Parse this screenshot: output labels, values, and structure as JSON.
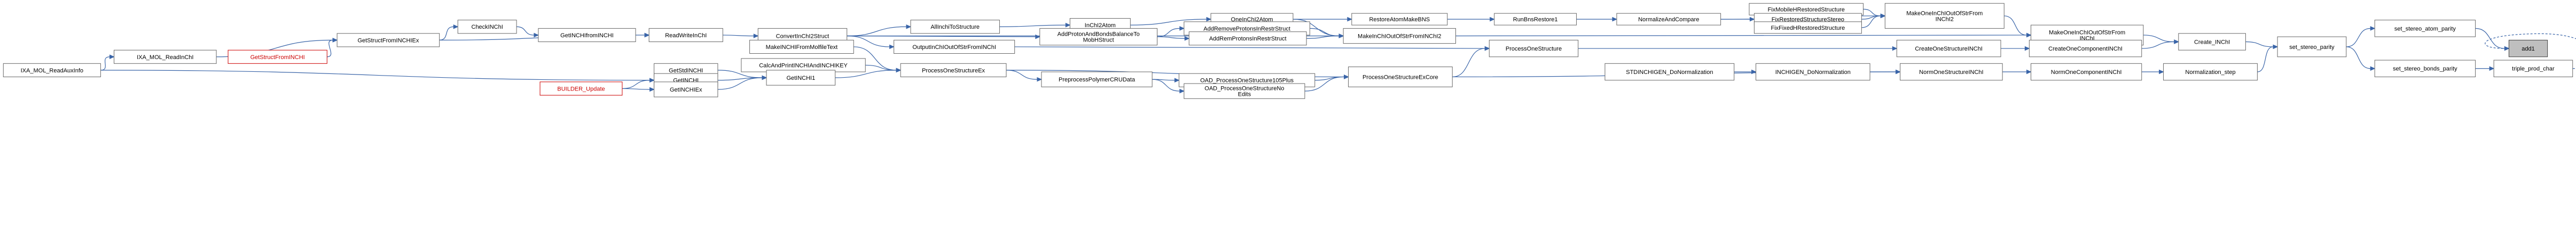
{
  "graph": {
    "nodes": [
      {
        "id": "add1",
        "label": "add1",
        "kind": "root"
      },
      {
        "id": "set_stereo_atom_parity",
        "label": "set_stereo_atom_parity"
      },
      {
        "id": "set_stereo_bonds_parity",
        "label": "set_stereo_bonds_parity"
      },
      {
        "id": "triple_prod_char",
        "label": "triple_prod_char"
      },
      {
        "id": "set_stereo_parity",
        "label": "set_stereo_parity"
      },
      {
        "id": "Create_INChI",
        "label": "Create_INChI"
      },
      {
        "id": "Normalization_step",
        "label": "Normalization_step"
      },
      {
        "id": "MakeOneInChIOutOfStrFromINChI",
        "label": "MakeOneInChIOutOfStrFrom\nINChI"
      },
      {
        "id": "CreateOneComponentINChI",
        "label": "CreateOneComponentINChI"
      },
      {
        "id": "NormOneComponentINChI",
        "label": "NormOneComponentINChI"
      },
      {
        "id": "MakeOneInChIOutOfStrFromINChI2_r",
        "label": "MakeOneInChIOutOfStrFrom\nINChI2"
      },
      {
        "id": "CreateOneStructureINChI",
        "label": "CreateOneStructureINChI"
      },
      {
        "id": "NormOneStructureINChI",
        "label": "NormOneStructureINChI"
      },
      {
        "id": "FixMobileHRestoredStructure",
        "label": "FixMobileHRestoredStructure"
      },
      {
        "id": "FixRestoredStructureStereo",
        "label": "FixRestoredStructureStereo"
      },
      {
        "id": "FixFixedHRestoredStructure",
        "label": "FixFixedHRestoredStructure"
      },
      {
        "id": "NormalizeAndCompare",
        "label": "NormalizeAndCompare"
      },
      {
        "id": "INCHIGEN_DoNormalization",
        "label": "INCHIGEN_DoNormalization"
      },
      {
        "id": "STDINCHIGEN_DoNormalization",
        "label": "STDINCHIGEN_DoNormalization"
      },
      {
        "id": "RunBnsRestore1",
        "label": "RunBnsRestore1"
      },
      {
        "id": "RestoreAtomMakeBNS",
        "label": "RestoreAtomMakeBNS"
      },
      {
        "id": "ProcessOneStructure",
        "label": "ProcessOneStructure"
      },
      {
        "id": "ProcessOneStructureExCore",
        "label": "ProcessOneStructureExCore"
      },
      {
        "id": "MakeInChIOutOfStrFromINChI2",
        "label": "MakeInChIOutOfStrFromINChI2"
      },
      {
        "id": "OneInChI2Atom",
        "label": "OneInChI2Atom"
      },
      {
        "id": "AddRemoveProtonsRestr",
        "label": "AddRemoveProtonsInRestrStruct"
      },
      {
        "id": "AddRemProtonsInRestrStruct",
        "label": "AddRemProtonsInRestrStruct"
      },
      {
        "id": "OAD_ProcessOneStructure105Plus",
        "label": "OAD_ProcessOneStructure105Plus"
      },
      {
        "id": "OAD_ProcessOneStructureNoEdits",
        "label": "OAD_ProcessOneStructureNo\nEdits"
      },
      {
        "id": "InChI2Atom",
        "label": "InChI2Atom"
      },
      {
        "id": "AddProtonAndBondsBalance",
        "label": "AddProtonAndBondsBalanceTo\nMobHStruct"
      },
      {
        "id": "PreprocessPolymerCRUData",
        "label": "PreprocessPolymerCRUData"
      },
      {
        "id": "AllInchiToStructure",
        "label": "AllInchiToStructure"
      },
      {
        "id": "OutputInChIOutOfStrFromINChI",
        "label": "OutputInChIOutOfStrFromINChI"
      },
      {
        "id": "ProcessOneStructureEx",
        "label": "ProcessOneStructureEx"
      },
      {
        "id": "ConvertInChI2Struct",
        "label": "ConvertInChI2Struct"
      },
      {
        "id": "MakeINCHIFromMolfileText",
        "label": "MakeINCHIFromMolfileText"
      },
      {
        "id": "CalcAndPrintINCHIAndINCHIKEY",
        "label": "CalcAndPrintINCHIAndINCHIKEY"
      },
      {
        "id": "GetINCHI1",
        "label": "GetINCHI1"
      },
      {
        "id": "ReadWriteInChI",
        "label": "ReadWriteInChI"
      },
      {
        "id": "GetStdINCHI",
        "label": "GetStdINCHI"
      },
      {
        "id": "GetINCHI",
        "label": "GetINCHI"
      },
      {
        "id": "GetINCHIEx",
        "label": "GetINCHIEx"
      },
      {
        "id": "CheckINChI",
        "label": "CheckINChI"
      },
      {
        "id": "GetINCHIfromINCHI",
        "label": "GetINCHIfromINCHI"
      },
      {
        "id": "BUILDER_Update",
        "label": "BUILDER_Update",
        "kind": "red"
      },
      {
        "id": "GetStructFromINCHIEx",
        "label": "GetStructFromINCHIEx"
      },
      {
        "id": "IXA_MOL_ReadInChI",
        "label": "IXA_MOL_ReadInChI"
      },
      {
        "id": "GetStructFromINCHI",
        "label": "GetStructFromINCHI",
        "kind": "red"
      },
      {
        "id": "IXA_MOL_ReadAuxInfo",
        "label": "IXA_MOL_ReadAuxInfo"
      }
    ],
    "edges": [
      [
        "set_stereo_atom_parity",
        "add1"
      ],
      [
        "triple_prod_char",
        "add1"
      ],
      [
        "set_stereo_bonds_parity",
        "triple_prod_char"
      ],
      [
        "set_stereo_parity",
        "set_stereo_atom_parity"
      ],
      [
        "set_stereo_parity",
        "set_stereo_bonds_parity"
      ],
      [
        "Create_INChI",
        "set_stereo_parity"
      ],
      [
        "Normalization_step",
        "set_stereo_parity"
      ],
      [
        "MakeOneInChIOutOfStrFromINChI",
        "Create_INChI"
      ],
      [
        "CreateOneComponentINChI",
        "Create_INChI"
      ],
      [
        "NormOneComponentINChI",
        "Normalization_step"
      ],
      [
        "MakeOneInChIOutOfStrFromINChI2_r",
        "MakeOneInChIOutOfStrFromINChI"
      ],
      [
        "CreateOneStructureINChI",
        "CreateOneComponentINChI"
      ],
      [
        "NormOneStructureINChI",
        "NormOneComponentINChI"
      ],
      [
        "FixMobileHRestoredStructure",
        "MakeOneInChIOutOfStrFromINChI2_r"
      ],
      [
        "FixRestoredStructureStereo",
        "MakeOneInChIOutOfStrFromINChI2_r"
      ],
      [
        "FixFixedHRestoredStructure",
        "MakeOneInChIOutOfStrFromINChI2_r"
      ],
      [
        "NormalizeAndCompare",
        "MakeOneInChIOutOfStrFromINChI2_r"
      ],
      [
        "NormalizeAndCompare",
        "FixRestoredStructureStereo"
      ],
      [
        "INCHIGEN_DoNormalization",
        "NormOneStructureINChI"
      ],
      [
        "STDINCHIGEN_DoNormalization",
        "INCHIGEN_DoNormalization"
      ],
      [
        "RunBnsRestore1",
        "NormalizeAndCompare"
      ],
      [
        "RestoreAtomMakeBNS",
        "RunBnsRestore1"
      ],
      [
        "ProcessOneStructure",
        "CreateOneStructureINChI"
      ],
      [
        "ProcessOneStructureExCore",
        "ProcessOneStructure"
      ],
      [
        "ProcessOneStructureExCore",
        "NormOneStructureINChI"
      ],
      [
        "MakeInChIOutOfStrFromINChI2",
        "MakeOneInChIOutOfStrFromINChI"
      ],
      [
        "OneInChI2Atom",
        "RestoreAtomMakeBNS"
      ],
      [
        "OneInChI2Atom",
        "MakeInChIOutOfStrFromINChI2"
      ],
      [
        "AddRemoveProtonsRestr",
        "MakeInChIOutOfStrFromINChI2"
      ],
      [
        "AddRemProtonsInRestrStruct",
        "MakeInChIOutOfStrFromINChI2"
      ],
      [
        "OAD_ProcessOneStructure105Plus",
        "ProcessOneStructureExCore"
      ],
      [
        "OAD_ProcessOneStructureNoEdits",
        "ProcessOneStructureExCore"
      ],
      [
        "InChI2Atom",
        "OneInChI2Atom"
      ],
      [
        "AddProtonAndBondsBalance",
        "AddRemoveProtonsRestr"
      ],
      [
        "AddProtonAndBondsBalance",
        "AddRemProtonsInRestrStruct"
      ],
      [
        "PreprocessPolymerCRUData",
        "OAD_ProcessOneStructure105Plus"
      ],
      [
        "PreprocessPolymerCRUData",
        "OAD_ProcessOneStructureNoEdits"
      ],
      [
        "AllInchiToStructure",
        "InChI2Atom"
      ],
      [
        "OutputInChIOutOfStrFromINChI",
        "ProcessOneStructure"
      ],
      [
        "ProcessOneStructureEx",
        "PreprocessPolymerCRUData"
      ],
      [
        "ProcessOneStructureEx",
        "ProcessOneStructureExCore"
      ],
      [
        "ConvertInChI2Struct",
        "AllInchiToStructure"
      ],
      [
        "ConvertInChI2Struct",
        "AddProtonAndBondsBalance"
      ],
      [
        "ConvertInChI2Struct",
        "MakeInChIOutOfStrFromINChI2"
      ],
      [
        "ConvertInChI2Struct",
        "OutputInChIOutOfStrFromINChI"
      ],
      [
        "MakeINCHIFromMolfileText",
        "ProcessOneStructureEx"
      ],
      [
        "CalcAndPrintINCHIAndINCHIKEY",
        "ProcessOneStructureEx"
      ],
      [
        "GetINCHI1",
        "ProcessOneStructureEx"
      ],
      [
        "ReadWriteInChI",
        "ConvertInChI2Struct"
      ],
      [
        "GetStdINCHI",
        "GetINCHI1"
      ],
      [
        "GetINCHI",
        "GetINCHI1"
      ],
      [
        "GetINCHIEx",
        "GetINCHI1"
      ],
      [
        "CheckINChI",
        "GetINCHIfromINCHI"
      ],
      [
        "GetINCHIfromINCHI",
        "ReadWriteInChI"
      ],
      [
        "BUILDER_Update",
        "GetINCHI"
      ],
      [
        "BUILDER_Update",
        "GetINCHIEx"
      ],
      [
        "GetStructFromINCHIEx",
        "CheckINChI"
      ],
      [
        "GetStructFromINCHIEx",
        "ReadWriteInChI"
      ],
      [
        "IXA_MOL_ReadInChI",
        "GetStructFromINCHIEx"
      ],
      [
        "GetStructFromINCHI",
        "GetStructFromINCHIEx"
      ],
      [
        "IXA_MOL_ReadAuxInfo",
        "IXA_MOL_ReadInChI"
      ],
      [
        "IXA_MOL_ReadAuxInfo",
        "GetINCHI"
      ]
    ],
    "dashed_edges": [
      [
        "triple_prod_char",
        "add1"
      ]
    ]
  }
}
